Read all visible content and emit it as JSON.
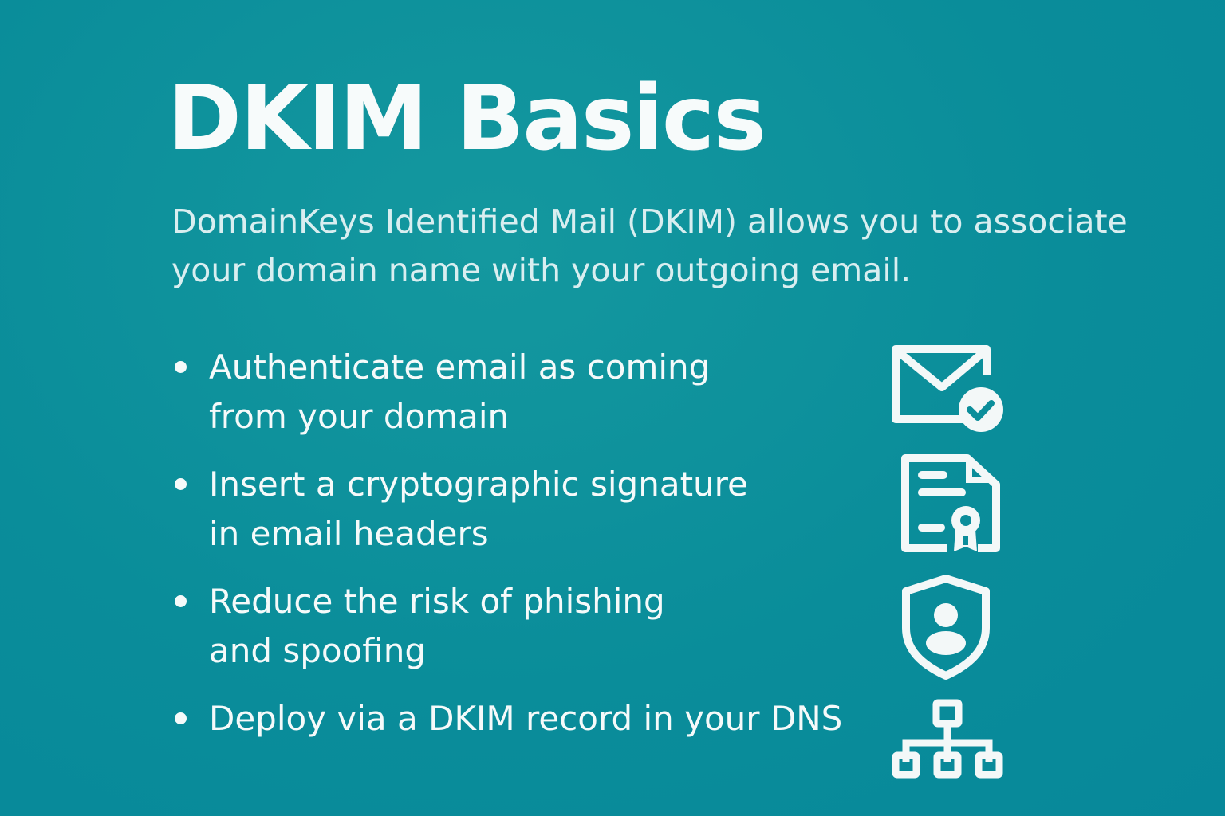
{
  "title": "DKIM Basics",
  "subtitle": "DomainKeys Identified Mail (DKIM) allows you to associate your domain name with your outgoing email.",
  "bullets": [
    {
      "text": "Authenticate email as coming\nfrom your domain",
      "icon": "email-check-icon"
    },
    {
      "text": "Insert a cryptographic signature\nin email headers",
      "icon": "certificate-document-icon"
    },
    {
      "text": "Reduce the risk of phishing\nand spoofing",
      "icon": "shield-user-icon"
    },
    {
      "text": "Deploy via a DKIM record in your DNS",
      "icon": "network-hierarchy-icon"
    }
  ],
  "colors": {
    "background": "#0b8e9b",
    "foreground": "#f5fafa"
  }
}
